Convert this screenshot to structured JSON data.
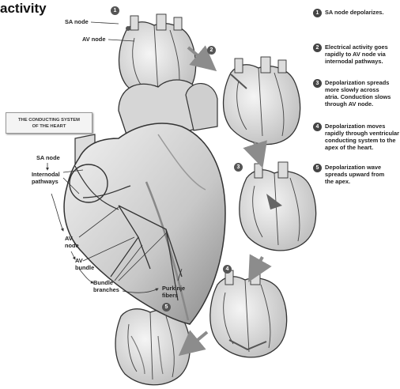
{
  "title": "activity",
  "box_title": "THE CONDUCTING SYSTEM\nOF THE HEART",
  "legend": [
    {
      "num": "1",
      "text": "SA node depolarizes."
    },
    {
      "num": "2",
      "text": "Electrical activity goes\nrapidly to AV node via\ninternodal pathways."
    },
    {
      "num": "3",
      "text": "Depolarization spreads\nmore slowly across\natria. Conduction slows\nthrough AV node."
    },
    {
      "num": "4",
      "text": "Depolarization moves\nrapidly through ventricular\nconducting system to the\napex of the heart."
    },
    {
      "num": "5",
      "text": "Depolarization wave\nspreads upward from\nthe apex."
    }
  ],
  "step_badges": [
    "1",
    "2",
    "3",
    "4",
    "5"
  ],
  "heart_labels": {
    "sa_node_small": "SA node",
    "av_node_small": "AV node",
    "sa_node": "SA node",
    "internodal": "Internodal\npathways",
    "av_node": "AV\nnode",
    "av_bundle": "AV\nbundle",
    "bundle_branches": "Bundle\nbranches",
    "purkinje": "Purkinje\nfibers"
  },
  "colors": {
    "line": "#333333",
    "shade": "#9a9a9a",
    "light": "#e6e6e6",
    "arrow": "#8c8c8c"
  }
}
